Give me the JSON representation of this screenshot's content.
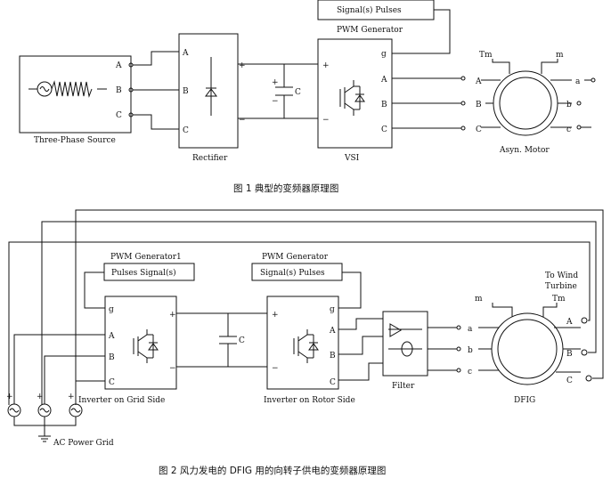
{
  "figure1": {
    "caption": "图 1  典型的变频器原理图",
    "source_label": "Three-Phase Source",
    "rectifier_label": "Rectifier",
    "vsi_label": "VSI",
    "motor_label": "Asyn. Motor",
    "pwm_label": "PWM Generator",
    "signal_label": "Signal(s) Pulses",
    "cap_label": "C",
    "ports": {
      "A": "A",
      "B": "B",
      "C": "C",
      "plus": "+",
      "minus": "−",
      "g": "g",
      "a": "a",
      "b": "b",
      "c": "c",
      "m": "m",
      "tm": "Tm"
    }
  },
  "figure2": {
    "caption": "图 2  风力发电的 DFIG 用的向转子供电的变频器原理图",
    "grid_inv_label": "Inverter on Grid Side",
    "rotor_inv_label": "Inverter on Rotor Side",
    "filter_label": "Filter",
    "dfig_label": "DFIG",
    "grid_label": "AC Power Grid",
    "pwm1_label": "PWM Generator1",
    "pulses1_label": "Pulses Signal(s)",
    "pwm2_label": "PWM Generator",
    "pulses2_label": "Signal(s) Pulses",
    "turbine_label1": "To Wind",
    "turbine_label2": "Turbine",
    "cap_label": "C"
  }
}
